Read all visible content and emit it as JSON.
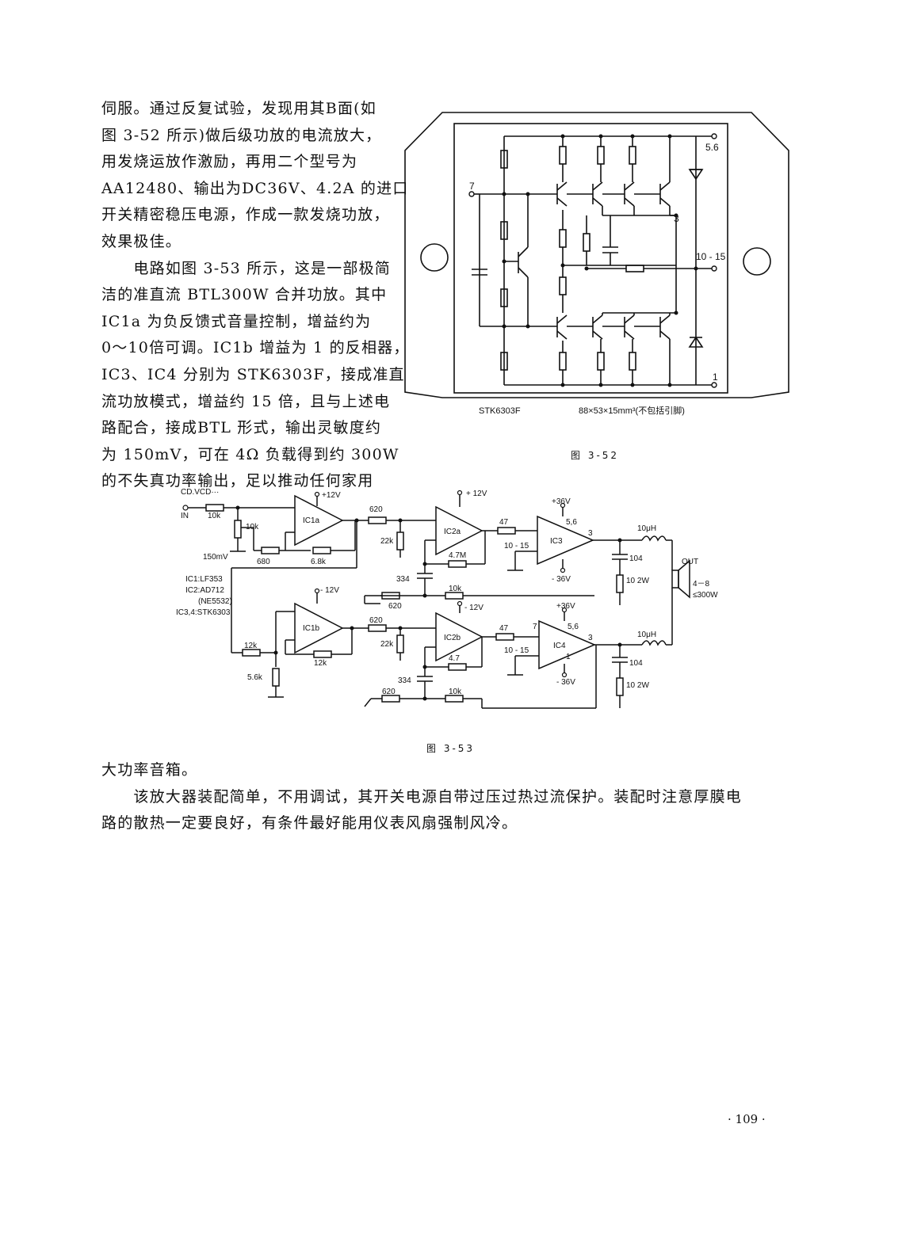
{
  "left_paragraph_lines": [
    "伺服。通过反复试验，发现用其B面(如",
    "图 3-52 所示)做后级功放的电流放大，",
    "用发烧运放作激励，再用二个型号为",
    "AA12480、输出为DC36V、4.2A 的进口",
    "开关精密稳压电源，作成一款发烧功放，",
    "效果极佳。",
    "　　电路如图 3-53 所示，这是一部极简",
    "洁的准直流 BTL300W 合并功放。其中",
    "IC1a 为负反馈式音量控制，增益约为",
    "0～10倍可调。IC1b 增益为 1 的反相器，",
    "IC3、IC4 分别为 STK6303F，接成准直",
    "流功放模式，增益约 15 倍，且与上述电",
    "路配合，接成BTL 形式，输出灵敏度约",
    "为 150mV，可在 4Ω 负载得到约 300W",
    "的不失真功率输出，足以推动任何家用"
  ],
  "fig52": {
    "pin_top": "5.6",
    "pin_left": "7",
    "pin_mid": "3",
    "pin_right": "10 - 15",
    "pin_bottom": "1",
    "label_model": "STK6303F",
    "label_size": "88×53×15mm³(不包括引脚)",
    "caption": "图 3-52"
  },
  "fig53": {
    "input_label": "CD.VCD···",
    "in_label": "IN",
    "r_in": "10k",
    "pot": "10k",
    "sens": "150mV",
    "r680": "680",
    "r68k": "6.8k",
    "ic1a": "IC1a",
    "ic1b": "IC1b",
    "ic2a": "IC2a",
    "ic2b": "IC2b",
    "ic3": "IC3",
    "ic4": "IC4",
    "plus12": "+12V",
    "minus12": "- 12V",
    "minus12b": "- 12V",
    "plus12b": "+ 12V",
    "plus36": "+36V",
    "minus36": "- 36V",
    "r620a": "620",
    "r620b": "620",
    "r620c": "620",
    "r620d": "620",
    "r22ka": "22k",
    "r22kb": "22k",
    "r47a": "47",
    "r47b": "47",
    "r47m": "4.7M",
    "r47": "4.7",
    "c334a": "334",
    "c334b": "334",
    "r10ka": "10k",
    "r10kb": "10k",
    "pin1015a": "10 - 15",
    "pin1015b": "10 - 15",
    "pin56a": "5,6",
    "pin56b": "5,6",
    "pin3a": "3",
    "pin3b": "3",
    "pin7": "7",
    "pin1": "1",
    "c104a": "104",
    "c104b": "104",
    "r102wa": "10\n2W",
    "r102wb": "10\n2W",
    "l10a": "10μH",
    "l10b": "10μH",
    "out": "OUT",
    "load": "4－8",
    "power": "≤300W",
    "r12ka": "12k",
    "r12kb": "12k",
    "r56k": "5.6k",
    "legend": [
      "IC1:LF353",
      "IC2:AD712",
      "(NE5532)",
      "IC3,4:STK6303"
    ],
    "caption": "图 3-53"
  },
  "bottom_paragraph_lines": [
    "大功率音箱。",
    "　　该放大器装配简单，不用调试，其开关电源自带过压过热过流保护。装配时注意厚膜电",
    "路的散热一定要良好，有条件最好能用仪表风扇强制风冷。"
  ],
  "page_number": "· 109 ·"
}
